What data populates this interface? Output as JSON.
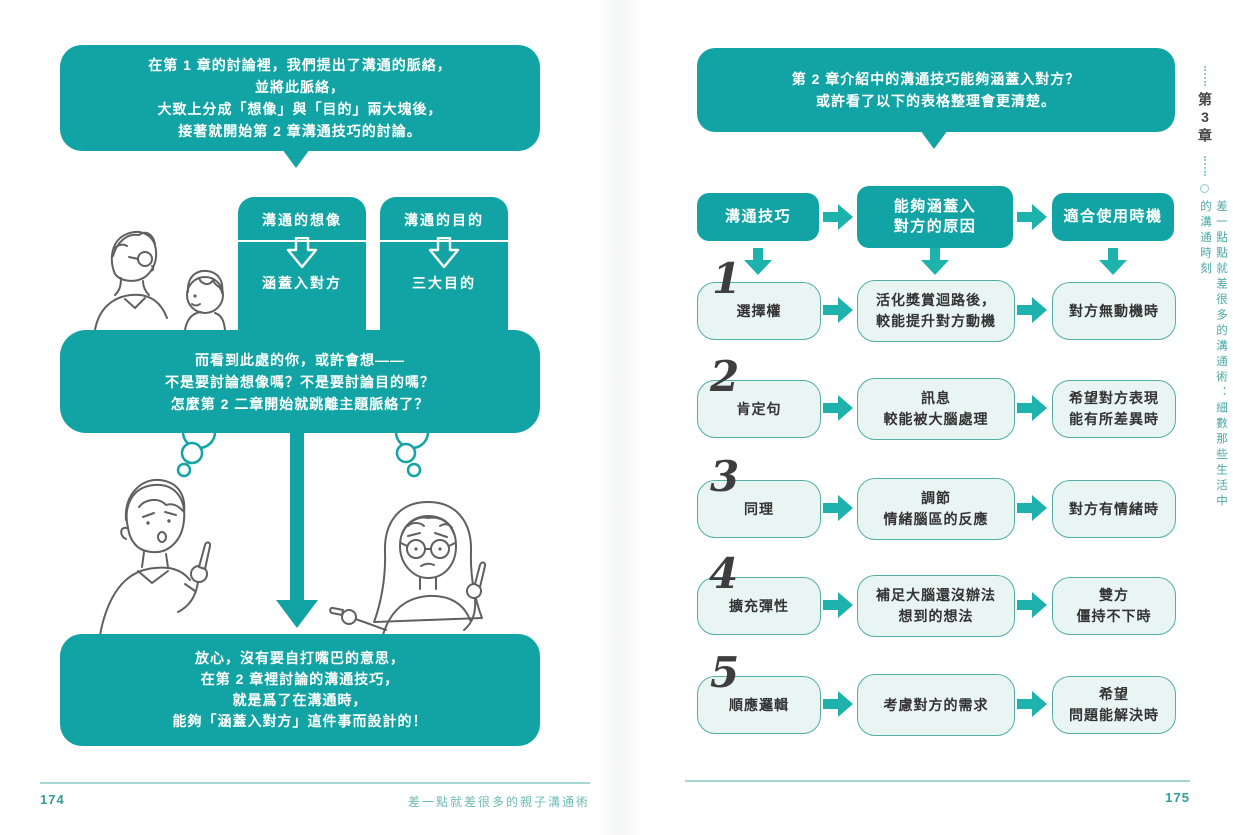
{
  "colors": {
    "teal": "#12a4a4",
    "arrow_teal": "#1db3ac",
    "cell_fill": "#e9f5f2",
    "cell_border": "#55aea6",
    "footer_teal": "#2f9e9b"
  },
  "icons": {
    "arrow_down_outline": "arrow-down-outline-icon",
    "arrow_down_solid": "arrow-down-icon",
    "arrow_right_solid": "arrow-right-icon",
    "thought_bubbles": "thought-bubbles-icon",
    "section_ring": "ring-icon"
  },
  "page_left": {
    "page_number": "174",
    "footer_title": "差一點就差很多的親子溝通術",
    "top_bubble": "在第 1 章的討論裡，我們提出了溝通的脈絡，\n並將此脈絡，\n大致上分成「想像」與「目的」兩大塊後，\n接著就開始第 2 章溝通技巧的討論。",
    "branch_boxes": [
      {
        "header": "溝通的想像",
        "result": "涵蓋入對方"
      },
      {
        "header": "溝通的目的",
        "result": "三大目的"
      }
    ],
    "middle_bubble": "而看到此處的你，或許會想——\n不是要討論想像嗎？不是要討論目的嗎？\n怎麼第 2 二章開始就跳離主題脈絡了？",
    "bottom_bubble": "放心，沒有要自打嘴巴的意思，\n在第 2 章裡討論的溝通技巧，\n就是爲了在溝通時，\n能夠「涵蓋入對方」這件事而設計的！"
  },
  "page_right": {
    "page_number": "175",
    "chapter_marker": "第3章",
    "chapter_title": "差一點點就差很多的溝通術：細數那些生活中的溝通時刻",
    "top_bubble": "第 2 章介紹中的溝通技巧能夠涵蓋入對方？\n或許看了以下的表格整理會更清楚。",
    "table": {
      "headers": [
        "溝通技巧",
        "能夠涵蓋入\n對方的原因",
        "適合使用時機"
      ],
      "rows": [
        {
          "num": "1",
          "skill": "選擇權",
          "reason": "活化獎賞迴路後，\n較能提升對方動機",
          "timing": "對方無動機時"
        },
        {
          "num": "2",
          "skill": "肯定句",
          "reason": "訊息\n較能被大腦處理",
          "timing": "希望對方表現\n能有所差異時"
        },
        {
          "num": "3",
          "skill": "同理",
          "reason": "調節\n情緒腦區的反應",
          "timing": "對方有情緒時"
        },
        {
          "num": "4",
          "skill": "擴充彈性",
          "reason": "補足大腦還沒辦法\n想到的想法",
          "timing": "雙方\n僵持不下時"
        },
        {
          "num": "5",
          "skill": "順應邏輯",
          "reason": "考慮對方的需求",
          "timing": "希望\n問題能解決時"
        }
      ]
    }
  }
}
